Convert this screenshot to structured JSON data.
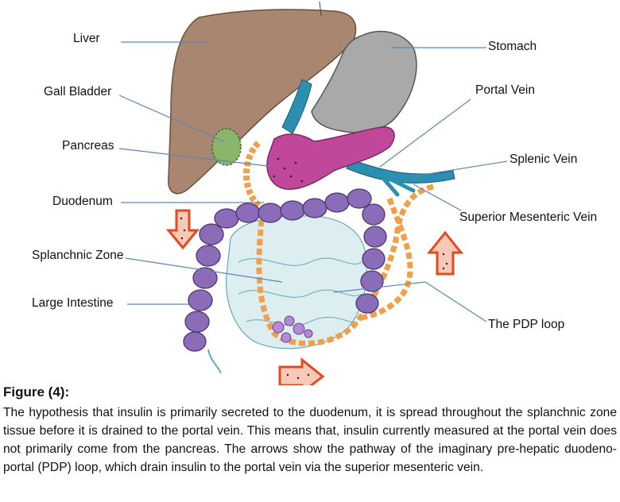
{
  "labels": {
    "liver": "Liver",
    "gall_bladder": "Gall Bladder",
    "pancreas": "Pancreas",
    "duodenum": "Duodenum",
    "splanchnic_zone": "Splanchnic Zone",
    "large_intestine": "Large Intestine",
    "stomach": "Stomach",
    "portal_vein": "Portal Vein",
    "splenic_vein": "Splenic Vein",
    "superior_mesenteric_vein": "Superior  Mesenteric Vein",
    "pdp_loop": "The PDP loop"
  },
  "caption": {
    "title": "Figure (4):",
    "text": "The hypothesis that insulin is primarily secreted to the duodenum, it is spread throughout the splanchnic zone tissue before it is drained to the portal vein. This means that, insulin currently measured at the portal vein does not primarily come from the pancreas. The arrows show the pathway of the imaginary pre-hepatic duodeno-portal (PDP) loop, which drain insulin to the portal vein via the superior mesenteric vein."
  },
  "colors": {
    "liver": "#a98670",
    "stomach": "#a9a9a9",
    "portal_vein": "#2a8fb0",
    "pancreas": "#c0479a",
    "large_intestine": "#6f4f9a",
    "pdp_loop": "#f0a04a",
    "arrow": "#e34a1f",
    "leader_line": "#5a86b8"
  }
}
